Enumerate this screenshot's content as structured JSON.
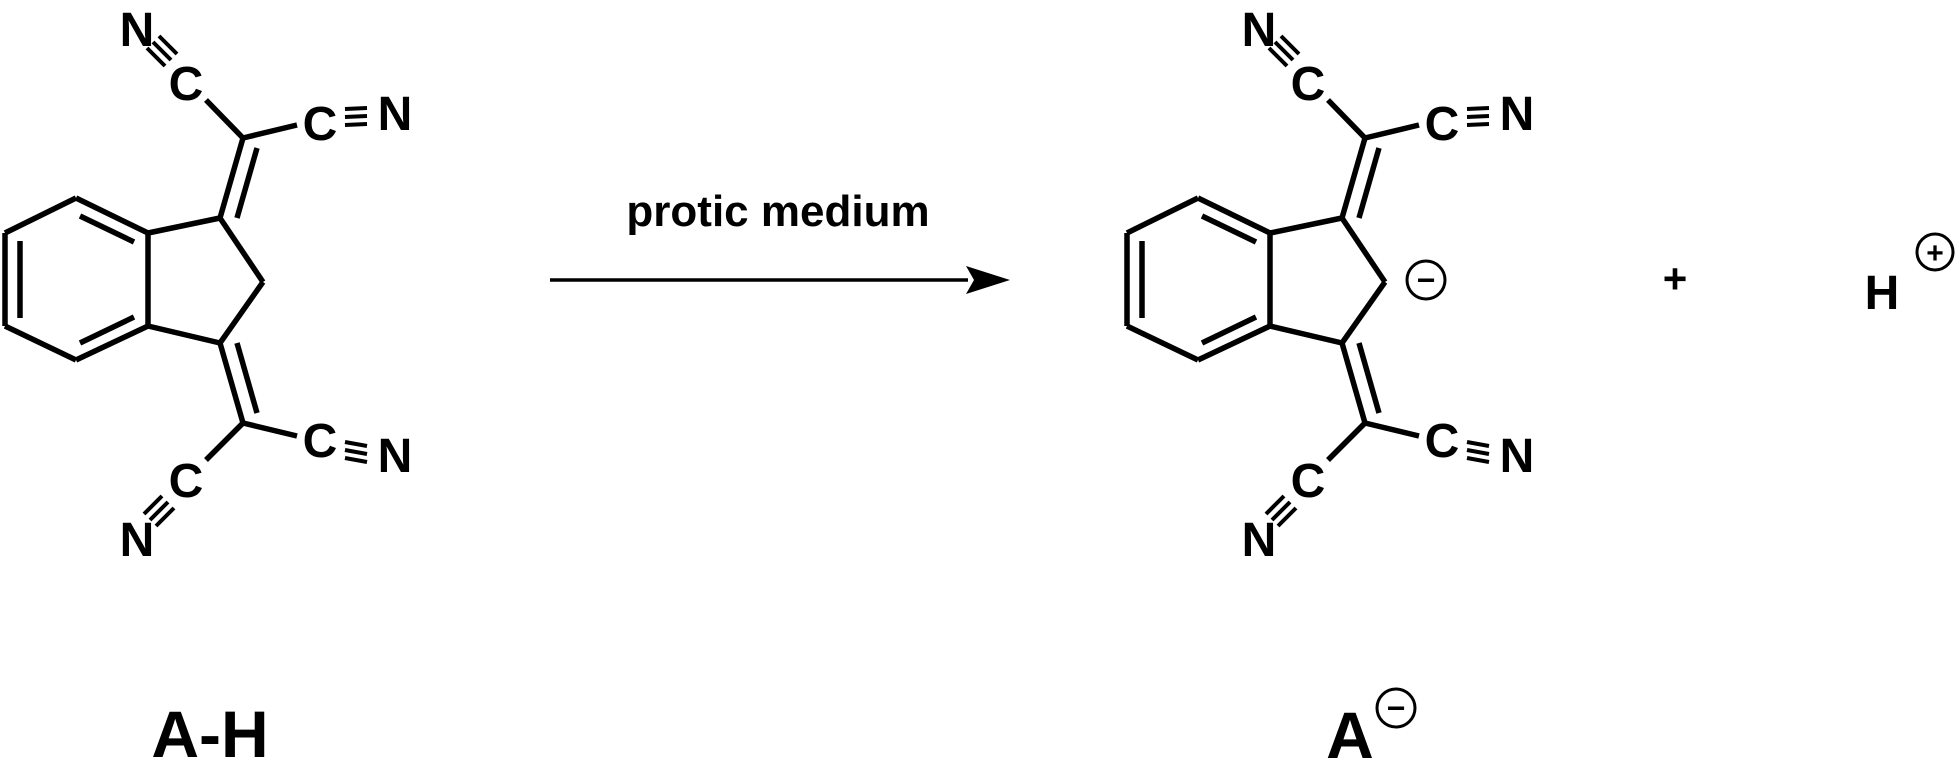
{
  "reagent_label": "A-H",
  "product_label": "A",
  "condition": "protic medium",
  "plus_sign": "+",
  "proton": "H",
  "atoms": {
    "carbon": "C",
    "nitrogen": "N"
  },
  "charges": {
    "negative": "−",
    "positive": "+"
  }
}
